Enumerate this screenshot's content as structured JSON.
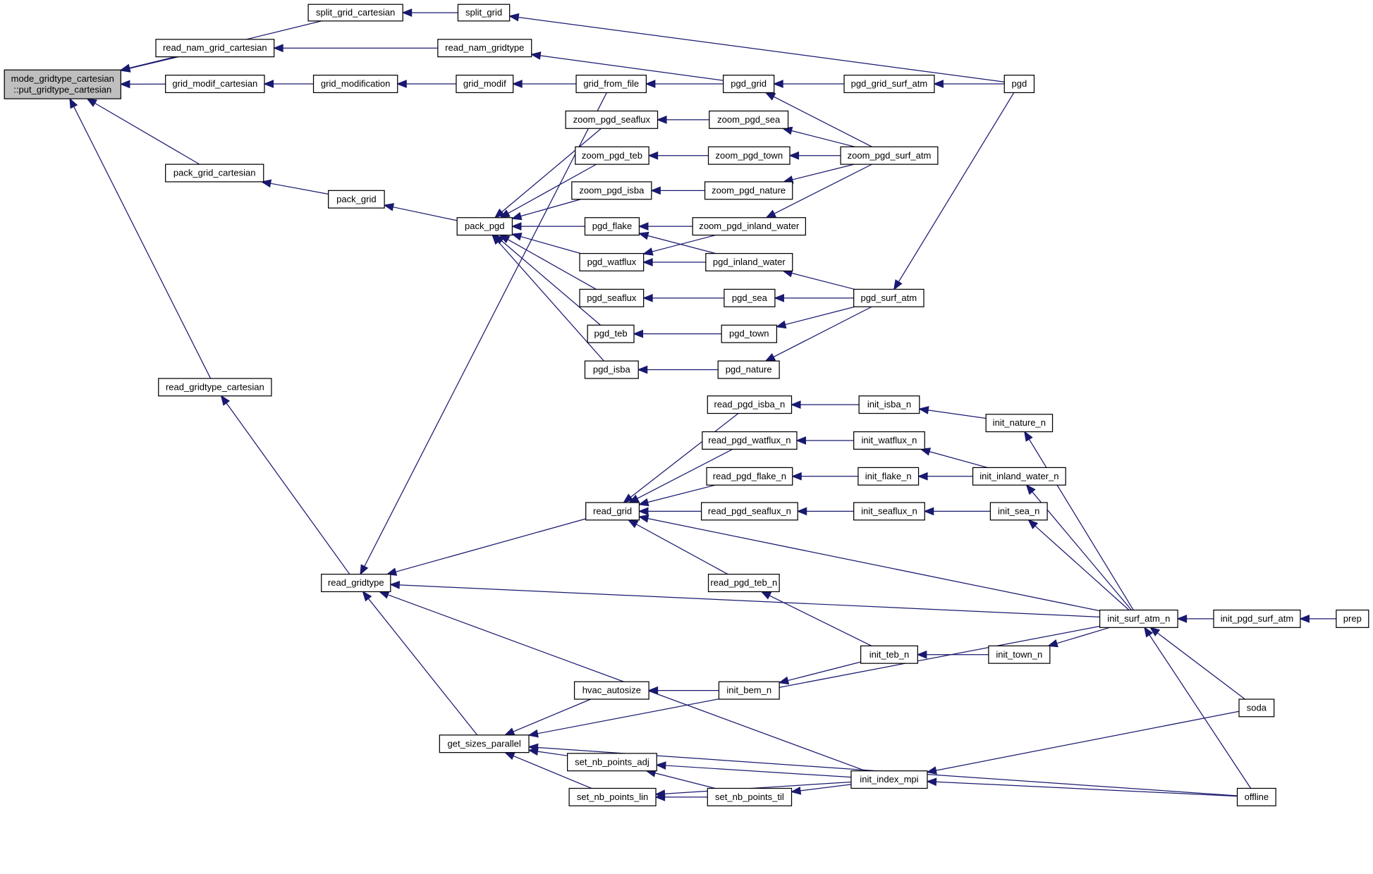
{
  "diagram": {
    "type": "caller-graph",
    "root": "root",
    "nodes": {
      "root": {
        "label": [
          "mode_gridtype_cartesian",
          "::put_gridtype_cartesian"
        ]
      },
      "split_grid_cartesian": {
        "label": [
          "split_grid_cartesian"
        ]
      },
      "split_grid": {
        "label": [
          "split_grid"
        ]
      },
      "read_nam_grid_cartesian": {
        "label": [
          "read_nam_grid_cartesian"
        ]
      },
      "read_nam_gridtype": {
        "label": [
          "read_nam_gridtype"
        ]
      },
      "grid_modif_cartesian": {
        "label": [
          "grid_modif_cartesian"
        ]
      },
      "grid_modification": {
        "label": [
          "grid_modification"
        ]
      },
      "grid_modif": {
        "label": [
          "grid_modif"
        ]
      },
      "grid_from_file": {
        "label": [
          "grid_from_file"
        ]
      },
      "pgd_grid": {
        "label": [
          "pgd_grid"
        ]
      },
      "pgd_grid_surf_atm": {
        "label": [
          "pgd_grid_surf_atm"
        ]
      },
      "pgd": {
        "label": [
          "pgd"
        ]
      },
      "zoom_pgd_seaflux": {
        "label": [
          "zoom_pgd_seaflux"
        ]
      },
      "zoom_pgd_sea": {
        "label": [
          "zoom_pgd_sea"
        ]
      },
      "zoom_pgd_teb": {
        "label": [
          "zoom_pgd_teb"
        ]
      },
      "zoom_pgd_town": {
        "label": [
          "zoom_pgd_town"
        ]
      },
      "zoom_pgd_surf_atm": {
        "label": [
          "zoom_pgd_surf_atm"
        ]
      },
      "zoom_pgd_isba": {
        "label": [
          "zoom_pgd_isba"
        ]
      },
      "zoom_pgd_nature": {
        "label": [
          "zoom_pgd_nature"
        ]
      },
      "pack_grid_cartesian": {
        "label": [
          "pack_grid_cartesian"
        ]
      },
      "pack_grid": {
        "label": [
          "pack_grid"
        ]
      },
      "pack_pgd": {
        "label": [
          "pack_pgd"
        ]
      },
      "pgd_flake": {
        "label": [
          "pgd_flake"
        ]
      },
      "zoom_pgd_inland_water": {
        "label": [
          "zoom_pgd_inland_water"
        ]
      },
      "pgd_watflux": {
        "label": [
          "pgd_watflux"
        ]
      },
      "pgd_inland_water": {
        "label": [
          "pgd_inland_water"
        ]
      },
      "pgd_seaflux": {
        "label": [
          "pgd_seaflux"
        ]
      },
      "pgd_sea": {
        "label": [
          "pgd_sea"
        ]
      },
      "pgd_surf_atm": {
        "label": [
          "pgd_surf_atm"
        ]
      },
      "pgd_teb": {
        "label": [
          "pgd_teb"
        ]
      },
      "pgd_town": {
        "label": [
          "pgd_town"
        ]
      },
      "pgd_isba": {
        "label": [
          "pgd_isba"
        ]
      },
      "pgd_nature": {
        "label": [
          "pgd_nature"
        ]
      },
      "read_gridtype_cartesian": {
        "label": [
          "read_gridtype_cartesian"
        ]
      },
      "read_pgd_isba_n": {
        "label": [
          "read_pgd_isba_n"
        ]
      },
      "init_isba_n": {
        "label": [
          "init_isba_n"
        ]
      },
      "init_nature_n": {
        "label": [
          "init_nature_n"
        ]
      },
      "read_pgd_watflux_n": {
        "label": [
          "read_pgd_watflux_n"
        ]
      },
      "init_watflux_n": {
        "label": [
          "init_watflux_n"
        ]
      },
      "read_pgd_flake_n": {
        "label": [
          "read_pgd_flake_n"
        ]
      },
      "init_flake_n": {
        "label": [
          "init_flake_n"
        ]
      },
      "init_inland_water_n": {
        "label": [
          "init_inland_water_n"
        ]
      },
      "read_grid": {
        "label": [
          "read_grid"
        ]
      },
      "read_pgd_seaflux_n": {
        "label": [
          "read_pgd_seaflux_n"
        ]
      },
      "init_seaflux_n": {
        "label": [
          "init_seaflux_n"
        ]
      },
      "init_sea_n": {
        "label": [
          "init_sea_n"
        ]
      },
      "read_pgd_teb_n": {
        "label": [
          "read_pgd_teb_n"
        ]
      },
      "read_gridtype": {
        "label": [
          "read_gridtype"
        ]
      },
      "init_surf_atm_n": {
        "label": [
          "init_surf_atm_n"
        ]
      },
      "init_pgd_surf_atm": {
        "label": [
          "init_pgd_surf_atm"
        ]
      },
      "prep": {
        "label": [
          "prep"
        ]
      },
      "init_teb_n": {
        "label": [
          "init_teb_n"
        ]
      },
      "init_town_n": {
        "label": [
          "init_town_n"
        ]
      },
      "hvac_autosize": {
        "label": [
          "hvac_autosize"
        ]
      },
      "init_bem_n": {
        "label": [
          "init_bem_n"
        ]
      },
      "soda": {
        "label": [
          "soda"
        ]
      },
      "get_sizes_parallel": {
        "label": [
          "get_sizes_parallel"
        ]
      },
      "set_nb_points_adj": {
        "label": [
          "set_nb_points_adj"
        ]
      },
      "init_index_mpi": {
        "label": [
          "init_index_mpi"
        ]
      },
      "set_nb_points_lin": {
        "label": [
          "set_nb_points_lin"
        ]
      },
      "set_nb_points_til": {
        "label": [
          "set_nb_points_til"
        ]
      },
      "offline": {
        "label": [
          "offline"
        ]
      }
    },
    "edges": [
      [
        "root",
        "split_grid_cartesian"
      ],
      [
        "root",
        "read_nam_grid_cartesian"
      ],
      [
        "root",
        "grid_modif_cartesian"
      ],
      [
        "root",
        "pack_grid_cartesian"
      ],
      [
        "root",
        "read_gridtype_cartesian"
      ],
      [
        "split_grid_cartesian",
        "split_grid"
      ],
      [
        "split_grid",
        "pgd"
      ],
      [
        "read_nam_grid_cartesian",
        "read_nam_gridtype"
      ],
      [
        "read_nam_gridtype",
        "pgd_grid"
      ],
      [
        "grid_modif_cartesian",
        "grid_modification"
      ],
      [
        "grid_modification",
        "grid_modif"
      ],
      [
        "grid_modif",
        "grid_from_file"
      ],
      [
        "grid_from_file",
        "pgd_grid"
      ],
      [
        "pgd_grid",
        "pgd_grid_surf_atm"
      ],
      [
        "pgd_grid",
        "zoom_pgd_surf_atm"
      ],
      [
        "pgd_grid_surf_atm",
        "pgd"
      ],
      [
        "pack_grid_cartesian",
        "pack_grid"
      ],
      [
        "pack_grid",
        "pack_pgd"
      ],
      [
        "pack_pgd",
        "zoom_pgd_seaflux"
      ],
      [
        "pack_pgd",
        "zoom_pgd_teb"
      ],
      [
        "pack_pgd",
        "zoom_pgd_isba"
      ],
      [
        "pack_pgd",
        "pgd_flake"
      ],
      [
        "pack_pgd",
        "pgd_watflux"
      ],
      [
        "pack_pgd",
        "pgd_seaflux"
      ],
      [
        "pack_pgd",
        "pgd_teb"
      ],
      [
        "pack_pgd",
        "pgd_isba"
      ],
      [
        "zoom_pgd_seaflux",
        "zoom_pgd_sea"
      ],
      [
        "zoom_pgd_sea",
        "zoom_pgd_surf_atm"
      ],
      [
        "zoom_pgd_teb",
        "zoom_pgd_town"
      ],
      [
        "zoom_pgd_town",
        "zoom_pgd_surf_atm"
      ],
      [
        "zoom_pgd_isba",
        "zoom_pgd_nature"
      ],
      [
        "zoom_pgd_nature",
        "zoom_pgd_surf_atm"
      ],
      [
        "zoom_pgd_inland_water",
        "zoom_pgd_surf_atm"
      ],
      [
        "pgd_flake",
        "zoom_pgd_inland_water"
      ],
      [
        "pgd_flake",
        "pgd_inland_water"
      ],
      [
        "pgd_watflux",
        "zoom_pgd_inland_water"
      ],
      [
        "pgd_watflux",
        "pgd_inland_water"
      ],
      [
        "pgd_inland_water",
        "pgd_surf_atm"
      ],
      [
        "pgd_seaflux",
        "pgd_sea"
      ],
      [
        "pgd_sea",
        "pgd_surf_atm"
      ],
      [
        "pgd_teb",
        "pgd_town"
      ],
      [
        "pgd_town",
        "pgd_surf_atm"
      ],
      [
        "pgd_isba",
        "pgd_nature"
      ],
      [
        "pgd_nature",
        "pgd_surf_atm"
      ],
      [
        "pgd_surf_atm",
        "pgd"
      ],
      [
        "read_gridtype_cartesian",
        "read_gridtype"
      ],
      [
        "read_gridtype",
        "grid_from_file"
      ],
      [
        "read_gridtype",
        "read_grid"
      ],
      [
        "read_gridtype",
        "init_surf_atm_n"
      ],
      [
        "read_gridtype",
        "init_index_mpi"
      ],
      [
        "read_gridtype",
        "get_sizes_parallel"
      ],
      [
        "read_grid",
        "read_pgd_isba_n"
      ],
      [
        "read_grid",
        "read_pgd_watflux_n"
      ],
      [
        "read_grid",
        "read_pgd_flake_n"
      ],
      [
        "read_grid",
        "read_pgd_seaflux_n"
      ],
      [
        "read_grid",
        "read_pgd_teb_n"
      ],
      [
        "read_grid",
        "init_surf_atm_n"
      ],
      [
        "read_pgd_isba_n",
        "init_isba_n"
      ],
      [
        "init_isba_n",
        "init_nature_n"
      ],
      [
        "init_nature_n",
        "init_surf_atm_n"
      ],
      [
        "read_pgd_watflux_n",
        "init_watflux_n"
      ],
      [
        "init_watflux_n",
        "init_inland_water_n"
      ],
      [
        "read_pgd_flake_n",
        "init_flake_n"
      ],
      [
        "init_flake_n",
        "init_inland_water_n"
      ],
      [
        "init_inland_water_n",
        "init_surf_atm_n"
      ],
      [
        "read_pgd_seaflux_n",
        "init_seaflux_n"
      ],
      [
        "init_seaflux_n",
        "init_sea_n"
      ],
      [
        "init_sea_n",
        "init_surf_atm_n"
      ],
      [
        "read_pgd_teb_n",
        "init_teb_n"
      ],
      [
        "init_teb_n",
        "init_town_n"
      ],
      [
        "init_town_n",
        "init_surf_atm_n"
      ],
      [
        "init_surf_atm_n",
        "init_pgd_surf_atm"
      ],
      [
        "init_surf_atm_n",
        "soda"
      ],
      [
        "init_surf_atm_n",
        "offline"
      ],
      [
        "init_pgd_surf_atm",
        "prep"
      ],
      [
        "hvac_autosize",
        "init_bem_n"
      ],
      [
        "init_bem_n",
        "init_teb_n"
      ],
      [
        "get_sizes_parallel",
        "hvac_autosize"
      ],
      [
        "get_sizes_parallel",
        "init_surf_atm_n"
      ],
      [
        "get_sizes_parallel",
        "set_nb_points_adj"
      ],
      [
        "get_sizes_parallel",
        "set_nb_points_lin"
      ],
      [
        "get_sizes_parallel",
        "offline"
      ],
      [
        "set_nb_points_adj",
        "init_index_mpi"
      ],
      [
        "set_nb_points_adj",
        "set_nb_points_til"
      ],
      [
        "set_nb_points_lin",
        "set_nb_points_til"
      ],
      [
        "set_nb_points_lin",
        "init_index_mpi"
      ],
      [
        "set_nb_points_til",
        "init_index_mpi"
      ],
      [
        "init_index_mpi",
        "soda"
      ],
      [
        "init_index_mpi",
        "offline"
      ]
    ],
    "colors": {
      "edge": "#191970",
      "root_fill": "#bfbfbf",
      "node_fill": "#ffffff",
      "node_border": "#000000"
    }
  }
}
